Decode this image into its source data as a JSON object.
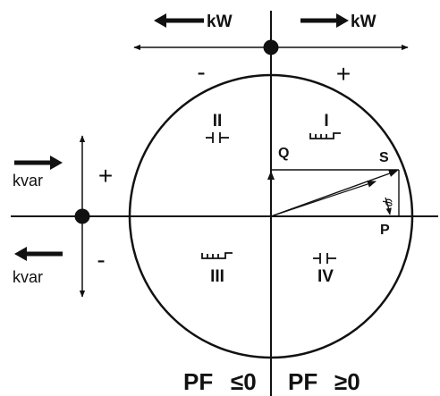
{
  "colors": {
    "ink": "#111111",
    "background": "#ffffff"
  },
  "top_axis": {
    "left_arrow_label": "kW",
    "right_arrow_label": "kW",
    "minus_sign": "-",
    "plus_sign": "+"
  },
  "left_axis": {
    "upper_arrow_label": "kvar",
    "lower_arrow_label": "kvar",
    "plus_sign": "+",
    "minus_sign": "-"
  },
  "quadrants": {
    "q1": {
      "label": "I",
      "symbol": "inductor-icon"
    },
    "q2": {
      "label": "II",
      "symbol": "capacitor-icon"
    },
    "q3": {
      "label": "III",
      "symbol": "inductor-icon"
    },
    "q4": {
      "label": "IV",
      "symbol": "capacitor-icon"
    }
  },
  "vectors": {
    "q_label": "Q",
    "s_label": "S",
    "p_label": "P",
    "phi_label": "φ"
  },
  "power_factor": {
    "left_prefix": "PF",
    "left_condition": "≤0",
    "right_prefix": "PF",
    "right_condition": "≥0"
  }
}
